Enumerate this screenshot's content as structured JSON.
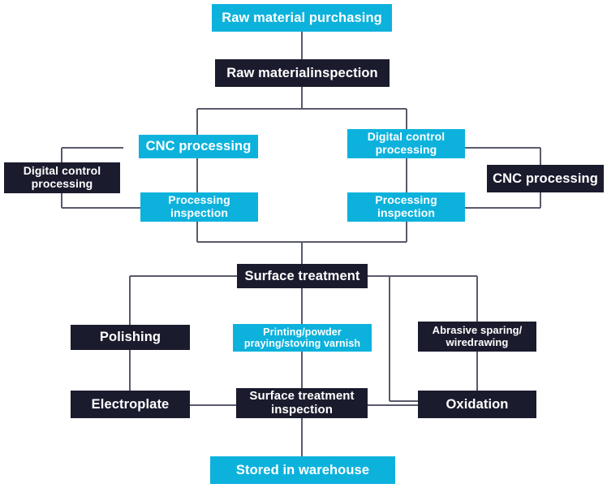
{
  "diagram": {
    "title": "Manufacturing process flowchart",
    "colors": {
      "accent_cyan": "#0cb2dc",
      "node_navy": "#1b1b2e",
      "connector_gray": "#595a6b",
      "text_white": "#ffffff",
      "background": "#ffffff"
    }
  },
  "nodes": {
    "raw_material_purchasing": "Raw material purchasing",
    "raw_material_inspection": "Raw materialinspection",
    "cnc_processing_left": "CNC processing",
    "digital_control_processing_left": "Digital control processing",
    "digital_control_processing_left_l1": "Digital control",
    "digital_control_processing_left_l2": "processing",
    "processing_inspection_left": "Processing inspection",
    "processing_inspection_left_l1": "Processing",
    "processing_inspection_left_l2": "inspection",
    "digital_control_processing_right": "Digital control processing",
    "digital_control_processing_right_l1": "Digital control",
    "digital_control_processing_right_l2": "processing",
    "cnc_processing_right": "CNC processing",
    "processing_inspection_right": "Processing inspection",
    "processing_inspection_right_l1": "Processing",
    "processing_inspection_right_l2": "inspection",
    "surface_treatment": "Surface treatment",
    "polishing": "Polishing",
    "printing_powder": "Printing/powder praying/stoving varnish",
    "printing_powder_l1": "Printing/powder",
    "printing_powder_l2": "praying/stoving varnish",
    "abrasive_sparing": "Abrasive sparing/ wiredrawing",
    "abrasive_sparing_l1": "Abrasive sparing/",
    "abrasive_sparing_l2": "wiredrawing",
    "electroplate": "Electroplate",
    "surface_treatment_inspection": "Surface treatment inspection",
    "surface_treatment_inspection_l1": "Surface treatment",
    "surface_treatment_inspection_l2": "inspection",
    "oxidation": "Oxidation",
    "stored_in_warehouse": "Stored in warehouse"
  }
}
